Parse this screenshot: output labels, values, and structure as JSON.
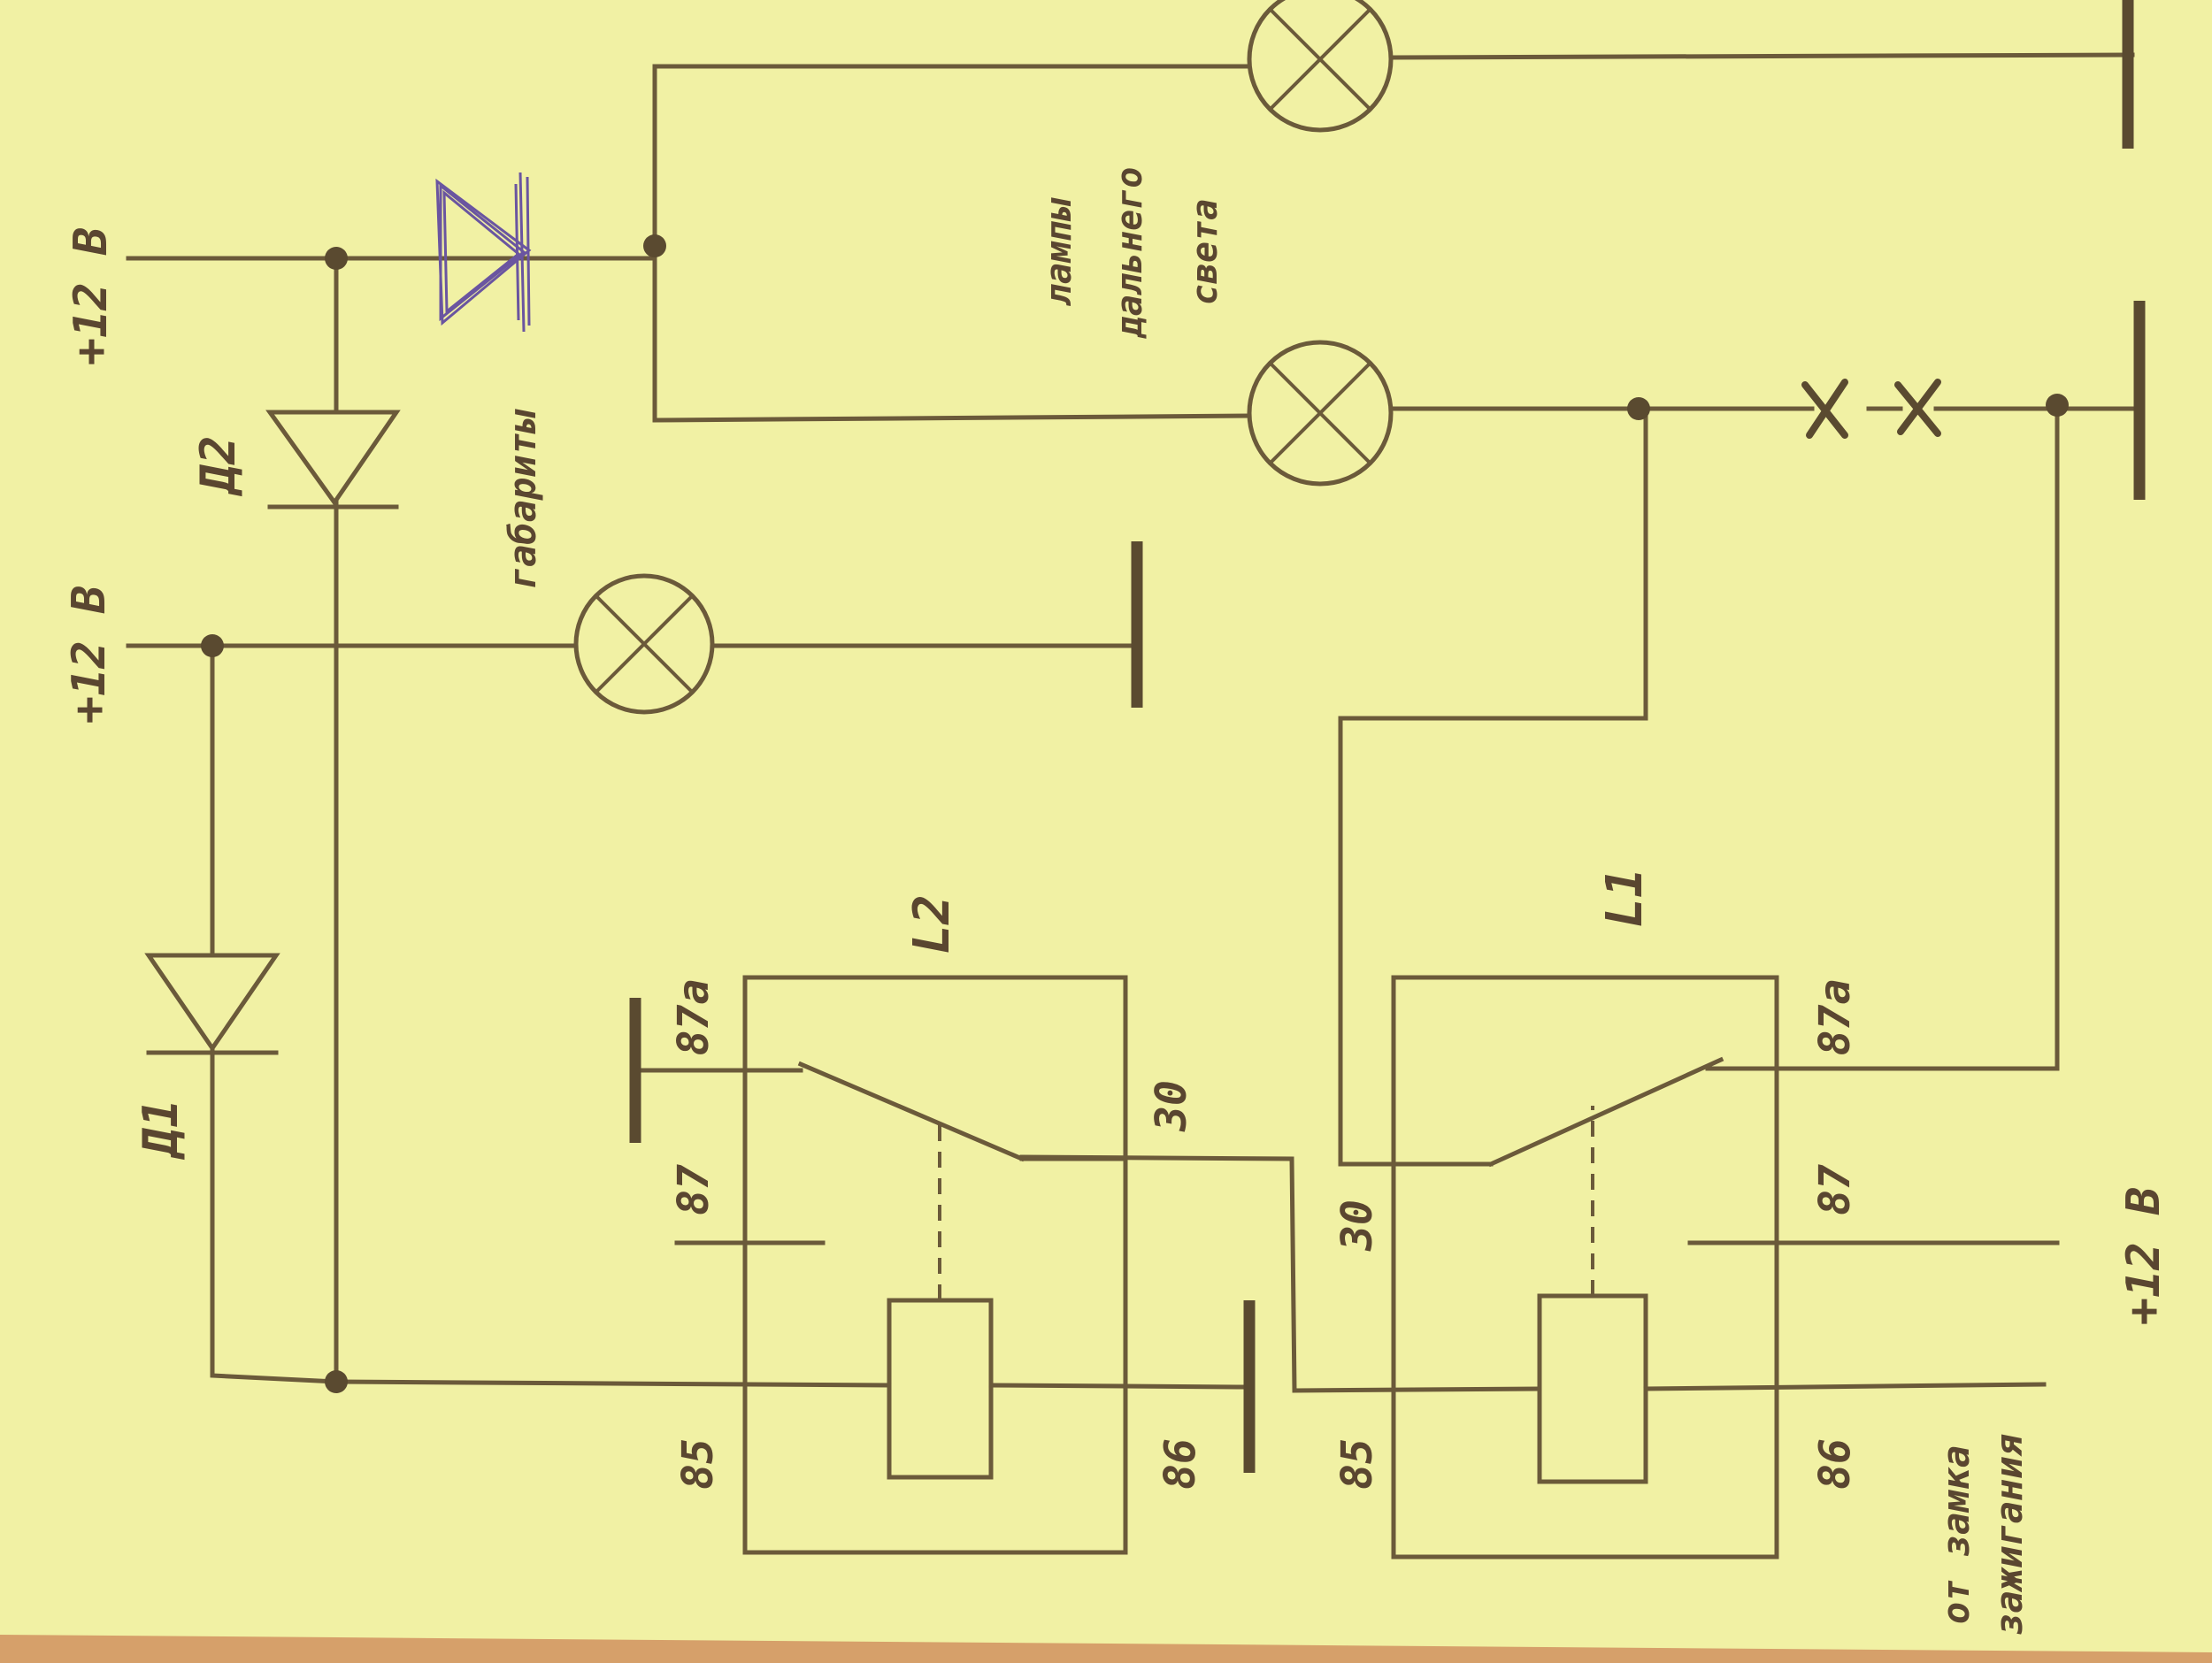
{
  "diagram": {
    "labels": {
      "supply_top": "+12 В",
      "supply_mid": "+12 В",
      "supply_bottom": "+12 В",
      "diode_d1": "Д1",
      "diode_d2": "Д2",
      "parking_lights": "габариты",
      "high_beam_line1": "лампы",
      "high_beam_line2": "дальнего",
      "high_beam_line3": "света",
      "relay_l2": "L2",
      "relay_l1": "L1",
      "pin_85_l2": "85",
      "pin_86_l2": "86",
      "pin_87_l2": "87",
      "pin_87a_l2": "87a",
      "pin_30_l2": "30",
      "pin_85_l1": "85",
      "pin_86_l1": "86",
      "pin_87_l1": "87",
      "pin_87a_l1": "87a",
      "pin_30_l1": "30",
      "ignition_line1": "от замка",
      "ignition_line2": "зажигания"
    },
    "colors": {
      "paper": "#f1f1a4",
      "wire": "#6b5a3a",
      "text": "#5a4630",
      "pen_ink": "#6a55a0"
    }
  }
}
